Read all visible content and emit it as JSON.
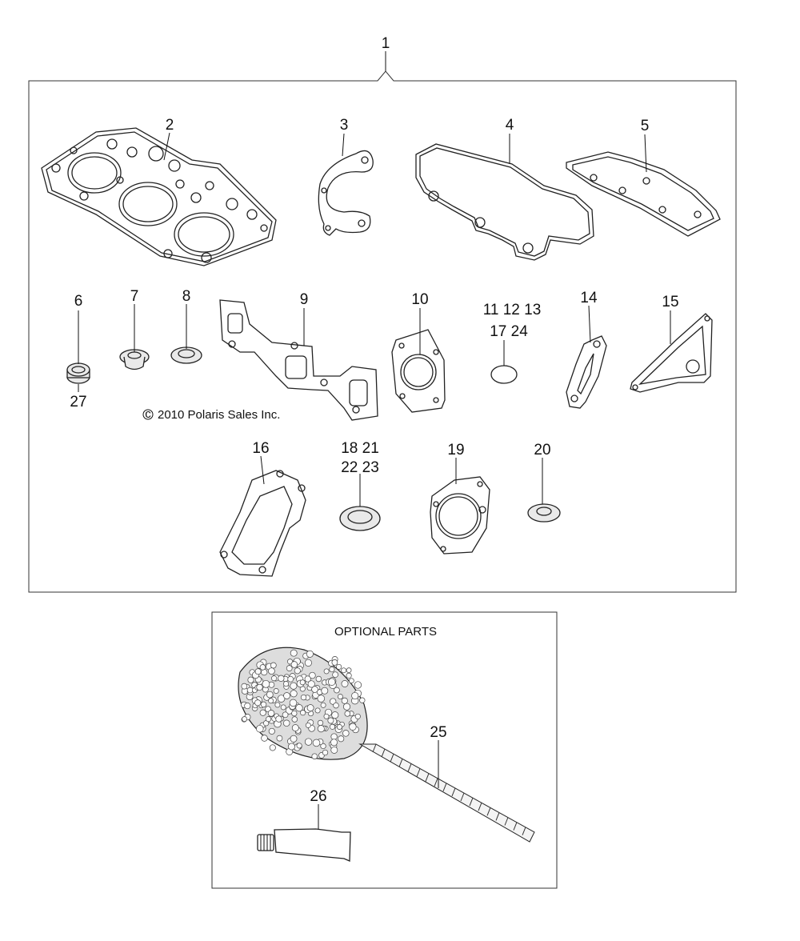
{
  "diagram": {
    "labels": {
      "l1": "1",
      "l2": "2",
      "l3": "3",
      "l4": "4",
      "l5": "5",
      "l6": "6",
      "l7": "7",
      "l8": "8",
      "l9": "9",
      "l10": "10",
      "l11_13": "11 12 13",
      "l17_24": "17 24",
      "l14": "14",
      "l15": "15",
      "l16": "16",
      "l18_21": "18 21",
      "l22_23": "22 23",
      "l19": "19",
      "l20": "20",
      "l27": "27",
      "l25": "25",
      "l26": "26"
    },
    "copyright": "2010 Polaris Sales Inc.",
    "copyright_symbol": "c",
    "optional_title": "OPTIONAL PARTS"
  }
}
